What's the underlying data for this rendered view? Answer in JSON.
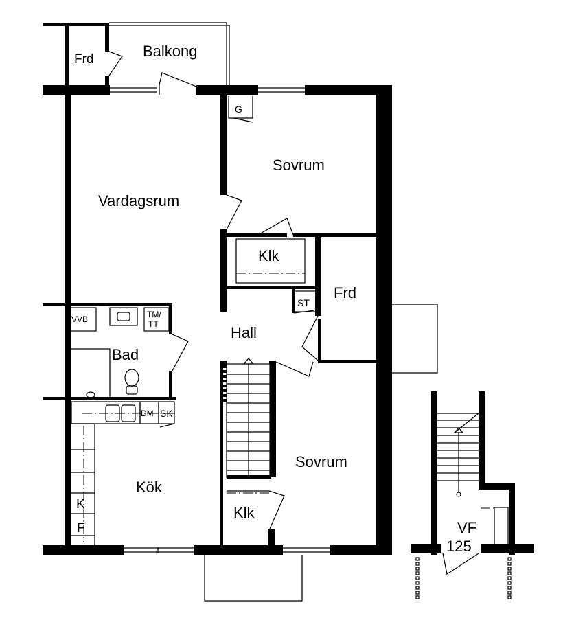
{
  "rooms": {
    "balkong": "Balkong",
    "frd_top": "Frd",
    "g": "G",
    "sovrum_top": "Sovrum",
    "vardagsrum": "Vardagsrum",
    "klk_mid": "Klk",
    "frd_mid": "Frd",
    "st": "ST",
    "hall": "Hall",
    "vvb": "VVB",
    "tm_tt": [
      "TM/",
      "TT"
    ],
    "bad": "Bad",
    "dm": "DM",
    "sk": "SK",
    "kok": "Kök",
    "k": "K",
    "f": "F",
    "sovrum_bottom": "Sovrum",
    "klk_bottom": "Klk",
    "vf": "VF",
    "vf_number": "125"
  },
  "colors": {
    "wall": "#000000",
    "background": "#ffffff"
  }
}
